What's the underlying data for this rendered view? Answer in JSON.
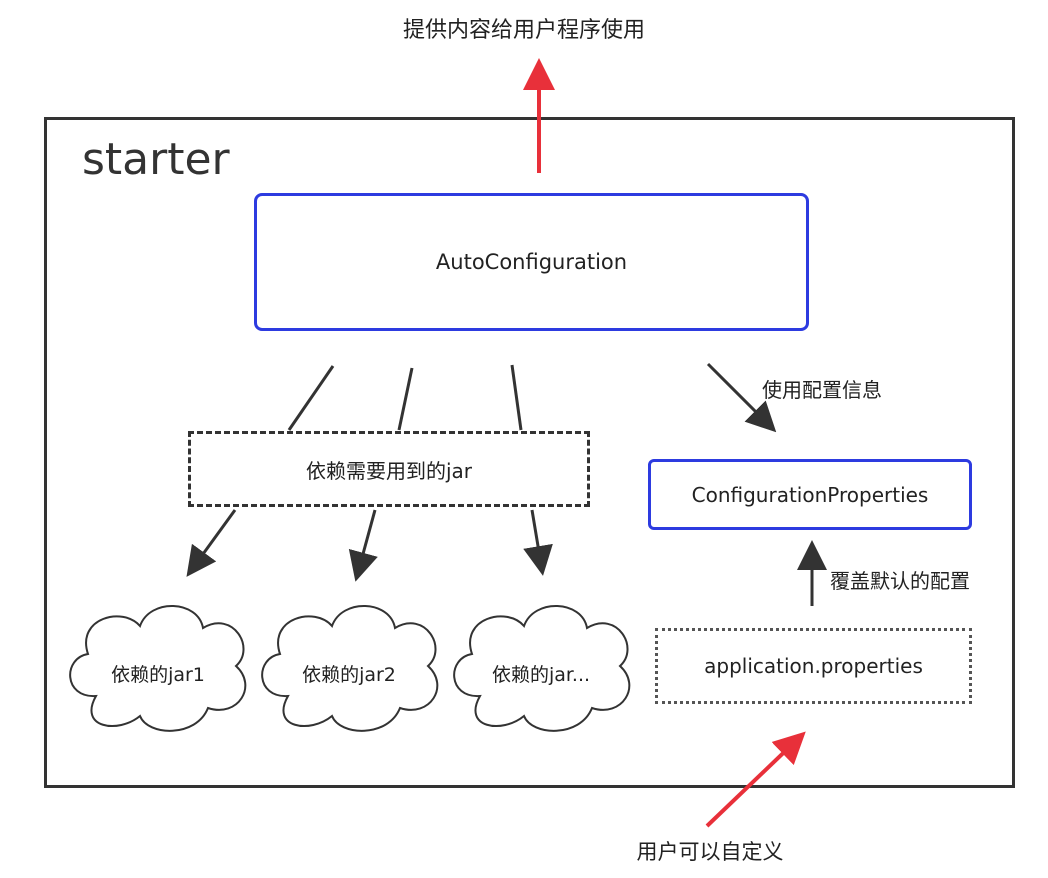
{
  "top_caption": "提供内容给用户程序使用",
  "starter_title": "starter",
  "nodes": {
    "autoconfiguration": "AutoConfiguration",
    "dependencies": "依赖需要用到的jar",
    "configuration_properties": "ConfigurationProperties",
    "application_properties": "application.properties"
  },
  "clouds": [
    "依赖的jar1",
    "依赖的jar2",
    "依赖的jar..."
  ],
  "edge_labels": {
    "uses_config": "使用配置信息",
    "override_defaults": "覆盖默认的配置"
  },
  "bottom_caption": "用户可以自定义",
  "colors": {
    "accent_blue": "#2d3be0",
    "arrow_red": "#e8303a",
    "stroke_dark": "#333333"
  }
}
